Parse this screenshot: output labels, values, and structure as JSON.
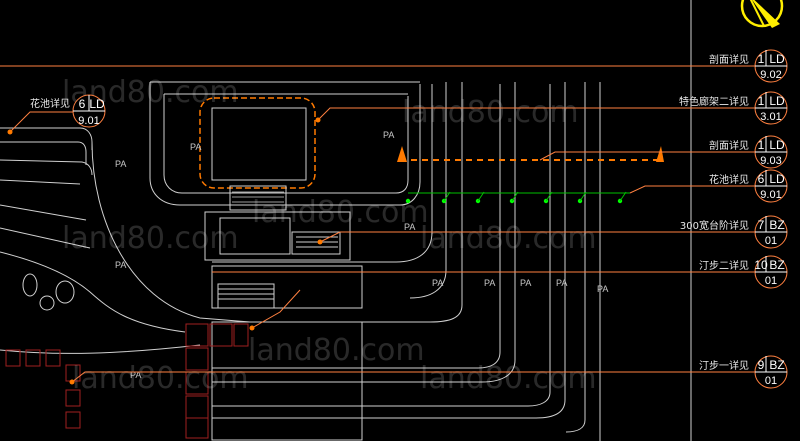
{
  "colors": {
    "background": "#000000",
    "linework": "#d0d0d0",
    "leader": "#ff8040",
    "marker": "#ff7a00",
    "green_line": "#00c000",
    "green_dot": "#00ff00",
    "red_blocks": "#a02020",
    "annotation_text": "#e8e8e8",
    "north_arrow": "#ffee00"
  },
  "watermark": "land80.com",
  "area_label": "PA",
  "callouts": [
    {
      "text": "剖面详见",
      "num": "1",
      "code": "LD",
      "sheet": "9.02"
    },
    {
      "text": "特色廊架二详见",
      "num": "1",
      "code": "LD",
      "sheet": "3.01"
    },
    {
      "text": "剖面详见",
      "num": "1",
      "code": "LD",
      "sheet": "9.03"
    },
    {
      "text": "花池详见",
      "num": "6",
      "code": "LD",
      "sheet": "9.01"
    },
    {
      "text": "300宽台阶详见",
      "num": "7",
      "code": "BZ",
      "sheet": "01"
    },
    {
      "text": "汀步二详见",
      "num": "10",
      "code": "BZ",
      "sheet": "01"
    },
    {
      "text": "汀步一详见",
      "num": "9",
      "code": "BZ",
      "sheet": "01"
    }
  ],
  "left_callout": {
    "text": "花池详见",
    "num": "6",
    "code": "LD",
    "sheet": "9.01"
  },
  "icons": {
    "north_arrow": "north-arrow-icon",
    "section_marker": "section-arrow-icon"
  }
}
